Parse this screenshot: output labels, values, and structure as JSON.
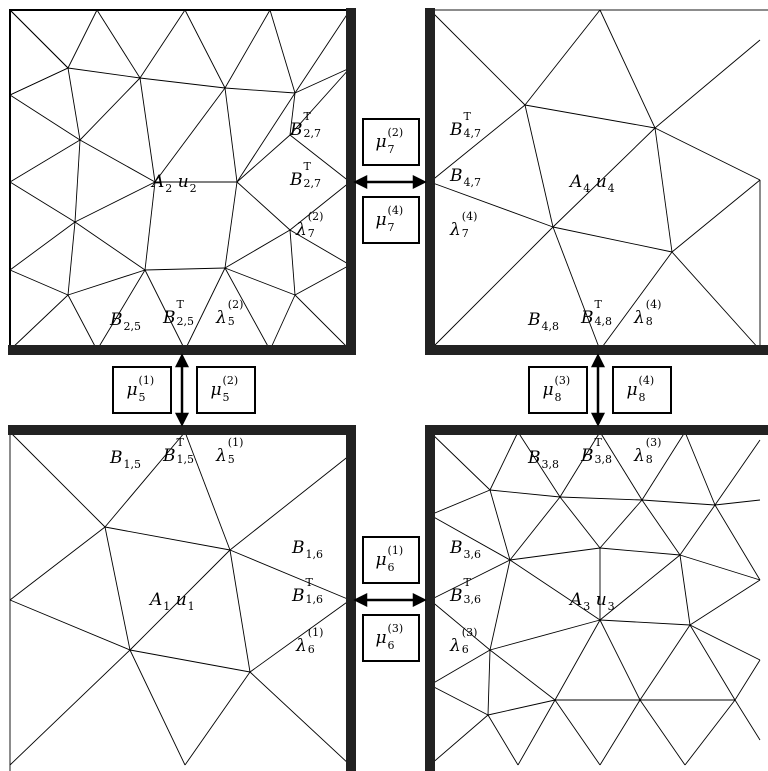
{
  "subdomains": [
    {
      "id": "1",
      "A": "A",
      "A_sub": "1",
      "u": "u",
      "u_sub": "1"
    },
    {
      "id": "2",
      "A": "A",
      "A_sub": "2",
      "u": "u",
      "u_sub": "2"
    },
    {
      "id": "3",
      "A": "A",
      "A_sub": "3",
      "u": "u",
      "u_sub": "3"
    },
    {
      "id": "4",
      "A": "A",
      "A_sub": "4",
      "u": "u",
      "u_sub": "4"
    }
  ],
  "labels": {
    "B25": {
      "sym": "B",
      "sub": "2,5"
    },
    "B25T": {
      "sym": "B",
      "sup": "T",
      "sub": "2,5"
    },
    "lam5_2": {
      "sym": "λ",
      "sup": "(2)",
      "sub": "5"
    },
    "B27T_top": {
      "sym": "B",
      "sup": "T",
      "sub": "2,7"
    },
    "B27T_mid": {
      "sym": "B",
      "sup": "T",
      "sub": "2,7"
    },
    "lam7_2": {
      "sym": "λ",
      "sup": "(2)",
      "sub": "7"
    },
    "B47T": {
      "sym": "B",
      "sup": "T",
      "sub": "4,7"
    },
    "B47": {
      "sym": "B",
      "sub": "4,7"
    },
    "lam7_4": {
      "sym": "λ",
      "sup": "(4)",
      "sub": "7"
    },
    "B48": {
      "sym": "B",
      "sub": "4,8"
    },
    "B48T": {
      "sym": "B",
      "sup": "T",
      "sub": "4,8"
    },
    "lam8_4": {
      "sym": "λ",
      "sup": "(4)",
      "sub": "8"
    },
    "B15": {
      "sym": "B",
      "sub": "1,5"
    },
    "B15T": {
      "sym": "B",
      "sup": "T",
      "sub": "1,5"
    },
    "lam5_1": {
      "sym": "λ",
      "sup": "(1)",
      "sub": "5"
    },
    "B16": {
      "sym": "B",
      "sub": "1,6"
    },
    "B16T": {
      "sym": "B",
      "sup": "T",
      "sub": "1,6"
    },
    "lam6_1": {
      "sym": "λ",
      "sup": "(1)",
      "sub": "6"
    },
    "B38": {
      "sym": "B",
      "sub": "3,8"
    },
    "B38T": {
      "sym": "B",
      "sup": "T",
      "sub": "3,8"
    },
    "lam8_3": {
      "sym": "λ",
      "sup": "(3)",
      "sub": "8"
    },
    "B36": {
      "sym": "B",
      "sub": "3,6"
    },
    "B36T": {
      "sym": "B",
      "sup": "T",
      "sub": "3,6"
    },
    "lam6_3": {
      "sym": "λ",
      "sup": "(3)",
      "sub": "6"
    }
  },
  "multipliers": {
    "mu7_2": {
      "sym": "μ",
      "sup": "(2)",
      "sub": "7"
    },
    "mu7_4": {
      "sym": "μ",
      "sup": "(4)",
      "sub": "7"
    },
    "mu5_1": {
      "sym": "μ",
      "sup": "(1)",
      "sub": "5"
    },
    "mu5_2": {
      "sym": "μ",
      "sup": "(2)",
      "sub": "5"
    },
    "mu8_3": {
      "sym": "μ",
      "sup": "(3)",
      "sub": "8"
    },
    "mu8_4": {
      "sym": "μ",
      "sup": "(4)",
      "sub": "8"
    },
    "mu6_1": {
      "sym": "μ",
      "sup": "(1)",
      "sub": "6"
    },
    "mu6_3": {
      "sym": "μ",
      "sup": "(3)",
      "sub": "6"
    }
  },
  "colors": {
    "line": "#000000",
    "boundary": "#222222",
    "background": "#ffffff"
  }
}
